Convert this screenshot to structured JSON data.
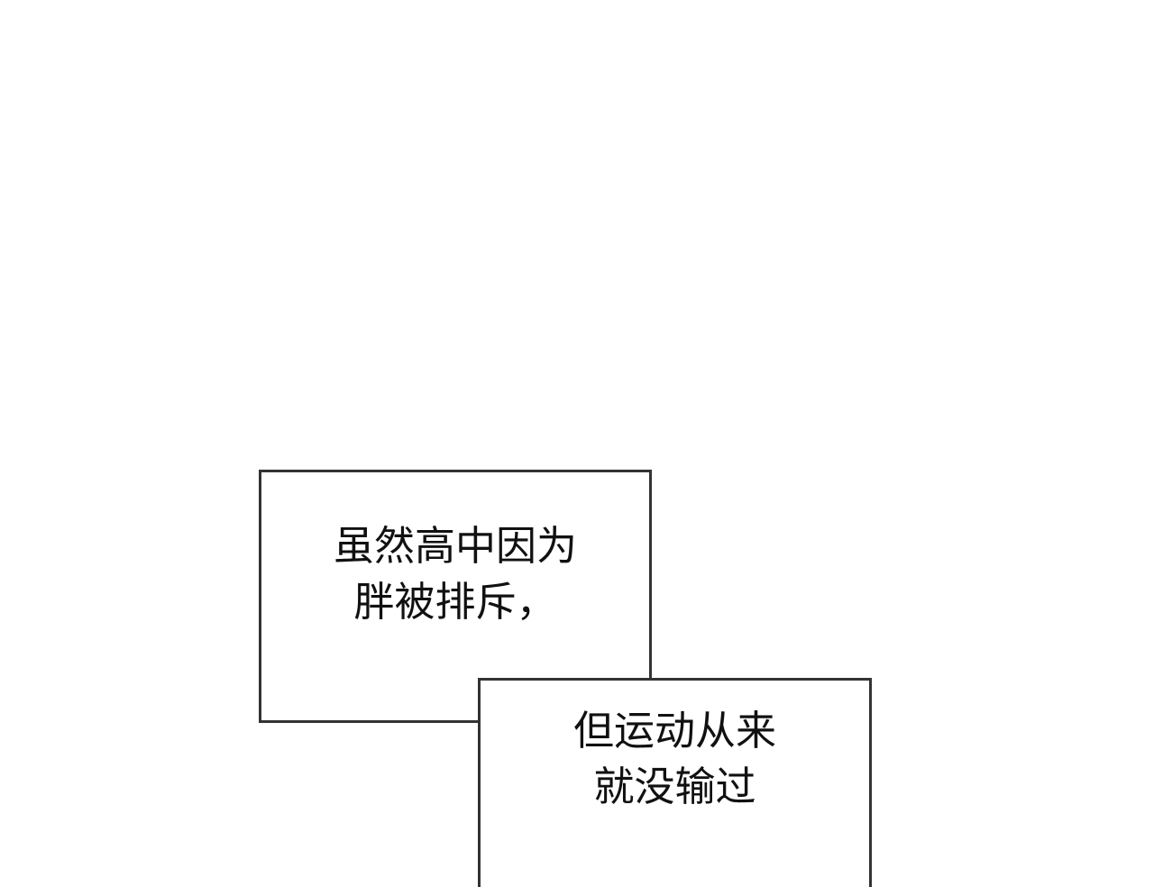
{
  "panel": {
    "background": "#ffffff",
    "border_color": "#333333",
    "captions": [
      {
        "lines": [
          "虽然高中因为",
          "胖被排斥，"
        ]
      },
      {
        "lines": [
          "但运动从来",
          "就没输过"
        ]
      }
    ]
  }
}
